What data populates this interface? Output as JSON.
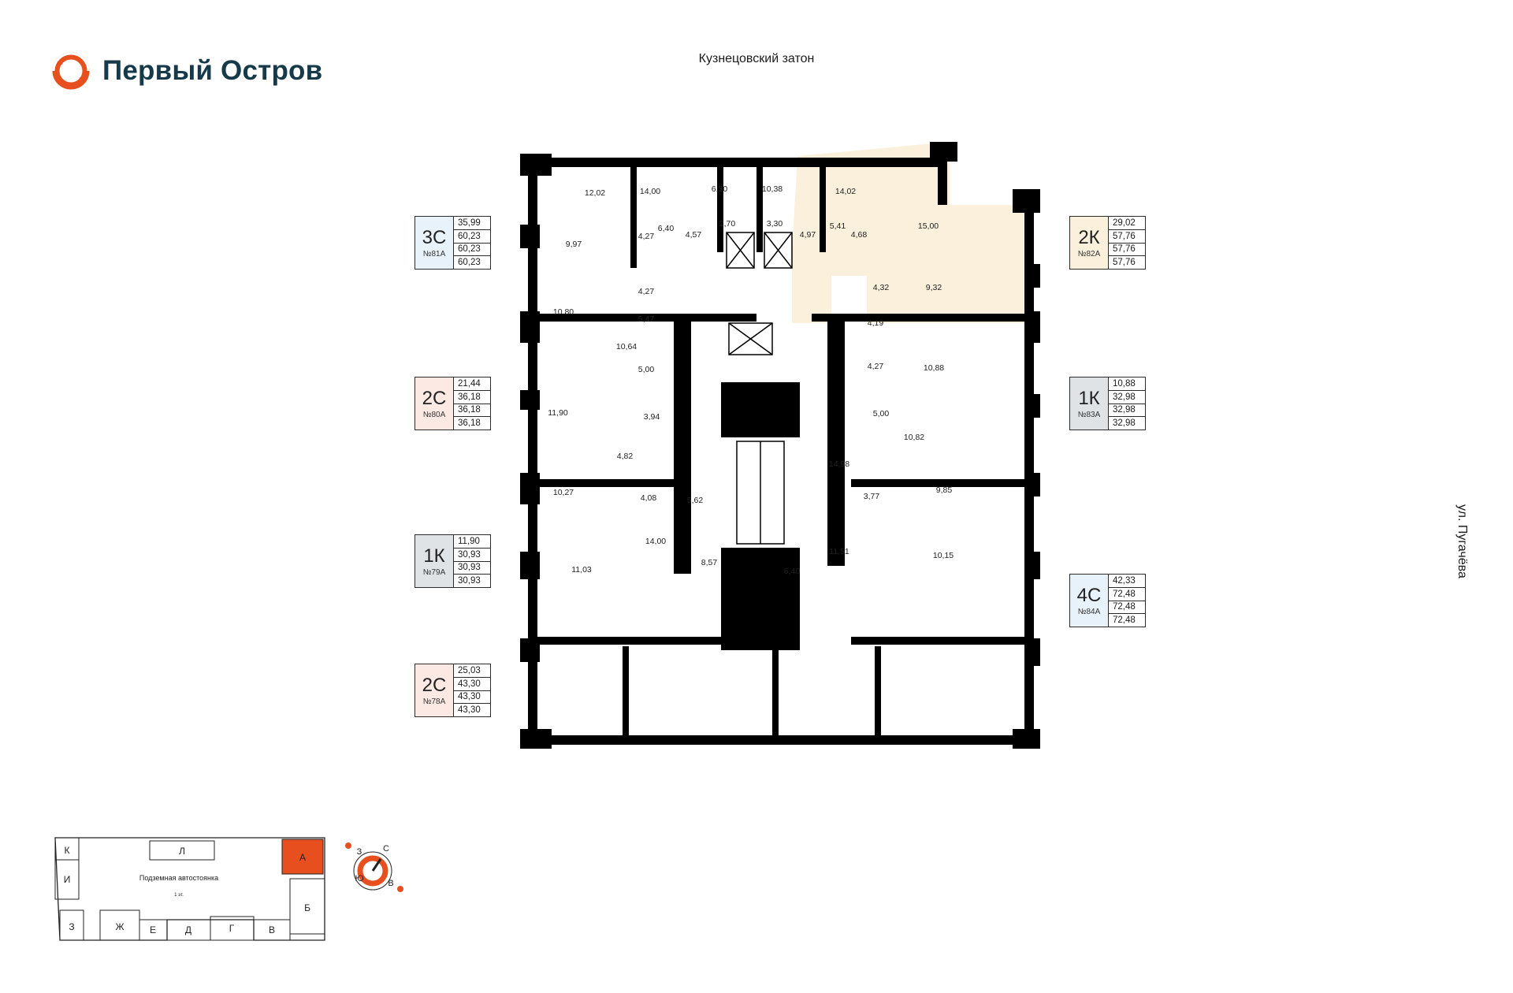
{
  "header": {
    "brand_name": "Первый Остров",
    "street_top": "Кузнецовский затон",
    "street_right": "ул. Пугачёва"
  },
  "colors": {
    "brand_orange": "#e7501e",
    "brand_navy": "#173a4b",
    "wall": "#000000",
    "highlight_apartment": "#fbf0dc",
    "card_3c": "#e8f2fb",
    "card_2c": "#fde9e3",
    "card_1k": "#dfe3e6",
    "card_2k": "#fbf0dc",
    "card_4c": "#e8f2fb"
  },
  "apartments": [
    {
      "type": "3С",
      "number": "№81А",
      "values": [
        "35,99",
        "60,23",
        "60,23",
        "60,23"
      ],
      "color": "#e8f2fb"
    },
    {
      "type": "2С",
      "number": "№80А",
      "values": [
        "21,44",
        "36,18",
        "36,18",
        "36,18"
      ],
      "color": "#fde9e3"
    },
    {
      "type": "1К",
      "number": "№79А",
      "values": [
        "11,90",
        "30,93",
        "30,93",
        "30,93"
      ],
      "color": "#dfe3e6"
    },
    {
      "type": "2С",
      "number": "№78А",
      "values": [
        "25,03",
        "43,30",
        "43,30",
        "43,30"
      ],
      "color": "#fde9e3"
    },
    {
      "type": "2К",
      "number": "№82А",
      "values": [
        "29,02",
        "57,76",
        "57,76",
        "57,76"
      ],
      "color": "#fbf0dc"
    },
    {
      "type": "1К",
      "number": "№83А",
      "values": [
        "10,88",
        "32,98",
        "32,98",
        "32,98"
      ],
      "color": "#dfe3e6"
    },
    {
      "type": "4С",
      "number": "№84А",
      "values": [
        "42,33",
        "72,48",
        "72,48",
        "72,48"
      ],
      "color": "#e8f2fb"
    }
  ],
  "rooms": [
    "12,02",
    "14,00",
    "6,30",
    "10,38",
    "14,02",
    "15,00",
    "2,70",
    "3,30",
    "5,41",
    "6,40",
    "9,97",
    "4,27",
    "4,57",
    "4,97",
    "4,68",
    "4,27",
    "4,32",
    "9,32",
    "10,80",
    "5,47",
    "4,19",
    "10,64",
    "5,00",
    "4,27",
    "10,88",
    "11,90",
    "3,94",
    "5,00",
    "10,82",
    "4,82",
    "14,98",
    "10,27",
    "4,08",
    "5,62",
    "3,77",
    "9,85",
    "14,00",
    "11,03",
    "8,57",
    "6,40",
    "11,51",
    "10,15"
  ],
  "site_key": {
    "sections": [
      "К",
      "Л",
      "А",
      "И",
      "Б",
      "З",
      "Ж",
      "Е",
      "Д",
      "Г",
      "В"
    ],
    "parking": "Подземная автостоянка",
    "parking_sub": "1 эт.",
    "highlighted": "А"
  },
  "compass": {
    "n": "С",
    "s": "Ю",
    "w": "З",
    "e": "В"
  }
}
